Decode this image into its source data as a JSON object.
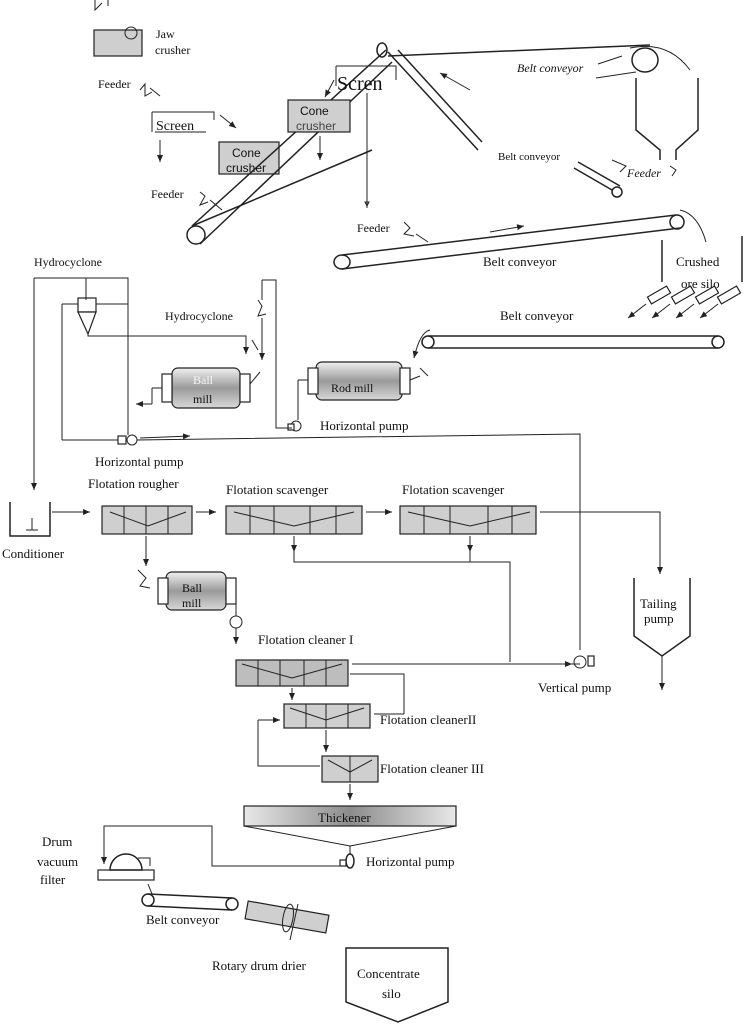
{
  "labels": {
    "jaw_crusher_1": "Jaw",
    "jaw_crusher_2": "crusher",
    "feeder_1": "Feeder",
    "screen_1": "Screen",
    "cone_crusher_1a": "Cone",
    "cone_crusher_1b": "crusher",
    "feeder_2": "Feeder",
    "screen_2": "Scren",
    "cone_crusher_2a": "Cone",
    "cone_crusher_2b": "crusher",
    "belt_conveyor_1": "Belt conveyor",
    "belt_conveyor_2": "Belt conveyor",
    "feeder_3": "Feeder",
    "feeder_4": "Feeder",
    "belt_conveyor_3": "Belt conveyor",
    "crushed_ore_silo_1": "Crushed",
    "crushed_ore_silo_2": "ore  silo",
    "hydrocyclone_1": "Hydrocyclone",
    "hydrocyclone_2": "Hydrocyclone",
    "belt_conveyor_4": "Belt conveyor",
    "ball_mill_1a": "Ball",
    "ball_mill_1b": "mill",
    "rod_mill": "Rod  mill",
    "horizontal_pump_1": "Horizontal pump",
    "horizontal_pump_2": "Horizontal pump",
    "flotation_rougher": "Flotation rougher",
    "flotation_scavenger_1": "Flotation scavenger",
    "flotation_scavenger_2": "Flotation scavenger",
    "conditioner": "Conditioner",
    "ball_mill_2a": "Ball",
    "ball_mill_2b": "mill",
    "tailing_pump_1": "Tailing",
    "tailing_pump_2": "pump",
    "flotation_cleaner_1": "Flotation cleaner I",
    "vertical_pump": "Vertical pump",
    "flotation_cleaner_2": "Flotation cleanerII",
    "flotation_cleaner_3": "Flotation cleaner III",
    "thickener": "Thickener",
    "drum_vacuum_filter_1": "Drum",
    "drum_vacuum_filter_2": "vacuum",
    "drum_vacuum_filter_3": "filter",
    "horizontal_pump_3": "Horizontal pump",
    "belt_conveyor_5": "Belt conveyor",
    "rotary_drum_drier": "Rotary drum drier",
    "concentrate_silo_1": "Concentrate",
    "concentrate_silo_2": "silo"
  }
}
